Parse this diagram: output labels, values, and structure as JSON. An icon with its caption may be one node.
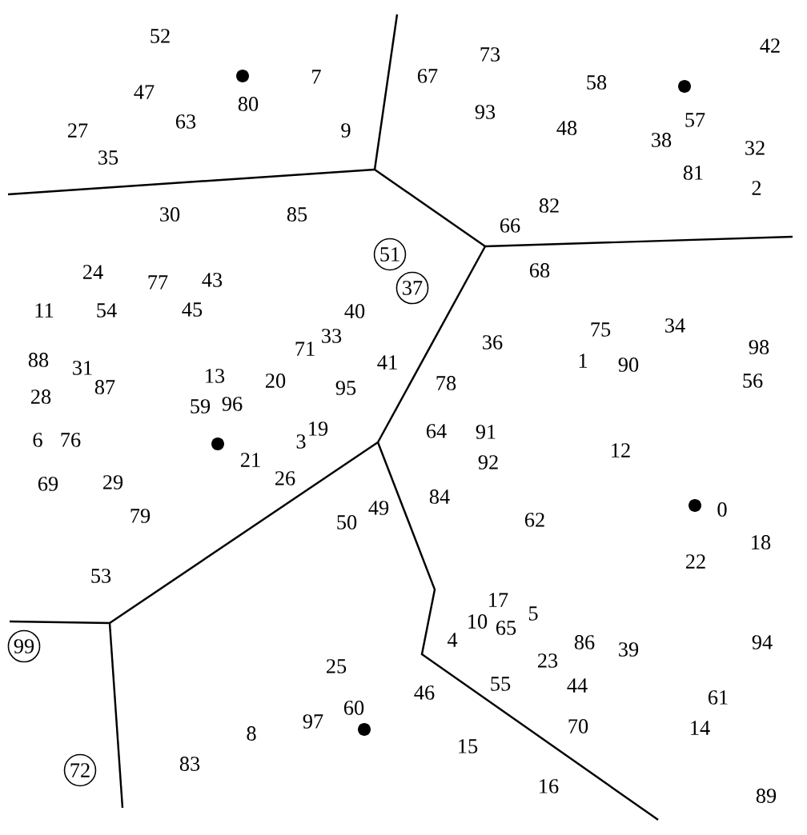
{
  "diagram": {
    "nodes": [
      {
        "text": [
          "51"
        ]
      },
      {
        "text": [
          "37"
        ]
      },
      {
        "text": [
          "99"
        ]
      },
      {
        "text": [
          "72"
        ]
      }
    ],
    "labels": [
      "52",
      "73",
      "42",
      "47",
      "7",
      "67",
      "58",
      "27",
      "35",
      "63",
      "80",
      "9",
      "93",
      "48",
      "38",
      "57",
      "32",
      "81",
      "2",
      "30",
      "85",
      "82",
      "66",
      "24",
      "77",
      "43",
      "68",
      "11",
      "54",
      "45",
      "40",
      "71",
      "33",
      "36",
      "75",
      "34",
      "98",
      "88",
      "28",
      "31",
      "87",
      "59",
      "13",
      "96",
      "20",
      "95",
      "41",
      "78",
      "1",
      "90",
      "56",
      "6",
      "76",
      "3",
      "19",
      "64",
      "91",
      "21",
      "92",
      "12",
      "69",
      "29",
      "26",
      "84",
      "79",
      "50",
      "49",
      "62",
      "0",
      "18",
      "22",
      "53",
      "17",
      "10",
      "65",
      "5",
      "4",
      "86",
      "39",
      "94",
      "25",
      "23",
      "46",
      "55",
      "44",
      "61",
      "60",
      "8",
      "97",
      "70",
      "14",
      "15",
      "83",
      "16",
      "89"
    ]
  }
}
